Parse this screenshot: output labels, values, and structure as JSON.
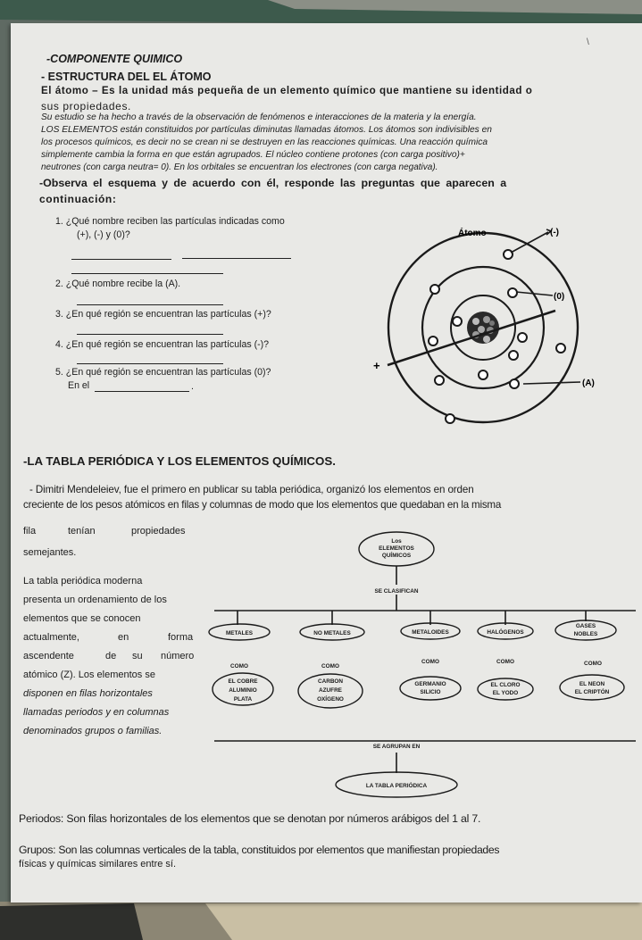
{
  "header": {
    "title": "-COMPONENTE QUIMICO",
    "section1_title": "- ESTRUCTURA DEL EL ÁTOMO"
  },
  "atom_text": {
    "line1": "El átomo – Es la unidad más pequeña de un elemento químico que mantiene su identidad o",
    "line2": "sus propiedades.",
    "line3": "Su estudio se ha hecho a través de la observación de fenómenos e interacciones de la materia y la energía.",
    "line4": "LOS ELEMENTOS están constituidos por partículas diminutas llamadas átomos. Los átomos son indivisibles en",
    "line5": "los procesos químicos, es decir no se crean ni se destruyen en las reacciones químicas. Una reacción química",
    "line6": "simplemente  cambia la  forma en que están agrupados. El núcleo contiene protones (con carga positivo)+",
    "line7": "neutrones (con carga neutra= 0). En los orbitales se encuentran los electrones (con carga negativa).",
    "line8": "-Observa el esquema y de acuerdo con él, responde las preguntas que aparecen a",
    "line9": "continuación:"
  },
  "questions": {
    "q1_a": "1.  ¿Qué nombre reciben las partículas indicadas como",
    "q1_b": "(+), (-) y (0)?",
    "q2": "2.  ¿Qué nombre recibe la (A).",
    "q3": "3.  ¿En qué región se encuentran las partículas (+)?",
    "q4": "4.  ¿En qué región se encuentran las partículas (-)?",
    "q5": "5.  ¿En qué región se encuentran las partículas (0)?",
    "q5_b": "En el",
    "q5_end": "."
  },
  "atom_diagram": {
    "title": "Átomo",
    "label_minus": "(-)",
    "label_zero": "(0)",
    "label_plus": "+",
    "label_a": "(A)"
  },
  "periodic": {
    "title": "-LA TABLA PERIÓDICA Y LOS ELEMENTOS QUÍMICOS.",
    "p1": "- Dimitri Mendeleiev,  fue el primero en publicar su tabla periódica, organizó los elementos en orden",
    "p2": "creciente de los pesos atómicos en filas y columnas de modo que los elementos que quedaban en la misma",
    "p3a": "fila",
    "p3b": "tenían",
    "p3c": "propiedades",
    "p4": "semejantes.",
    "p5": "La  tabla  periódica  moderna",
    "p6": "presenta un ordenamiento de los",
    "p7": "elementos   que   se   conocen",
    "p8a": "actualmente,",
    "p8b": "en",
    "p8c": "forma",
    "p9a": "ascendente",
    "p9b": "de",
    "p9c": "su",
    "p9d": "número",
    "p10": "atómico  (Z).  Los  elementos  se",
    "p11": "disponen  en  filas  horizontales",
    "p12": "llamadas periodos y en columnas",
    "p13": "denominados grupos o familias.",
    "periodos": "Periodos: Son filas horizontales de los elementos que se denotan por números arábigos del 1 al 7.",
    "grupos": "Grupos: Son las columnas verticales de la tabla, constituidos por elementos que  manifiestan propiedades",
    "grupos2": "físicas y químicas similares entre sí."
  },
  "concept_map": {
    "top": "Los",
    "top2": "ELEMENTOS",
    "top3": "QUÍMICOS",
    "classify": "SE CLASIFICAN",
    "metales": "METALES",
    "no_metales": "NO METALES",
    "metaloides": "METALOIDES",
    "halogenos": "HALÓGENOS",
    "gases1": "GASES",
    "gases2": "NOBLES",
    "como1": "COMO",
    "como2": "COMO",
    "como3": "COMO",
    "como4": "COMO",
    "como5": "COMO",
    "m_ex1": "EL COBRE",
    "m_ex2": "ALUMINIO",
    "m_ex3": "PLATA",
    "nm_ex1": "CARBON",
    "nm_ex2": "AZUFRE",
    "nm_ex3": "OXÍGENO",
    "mt_ex1": "GERMANIO",
    "mt_ex2": "SILICIO",
    "h_ex1": "EL CLORO",
    "h_ex2": "EL YODO",
    "g_ex1": "EL NEON",
    "g_ex2": "EL CRIPTÓN",
    "agrupan": "SE AGRUPAN EN",
    "tabla": "LA TABLA PERIÓDICA"
  },
  "mark": "\\"
}
